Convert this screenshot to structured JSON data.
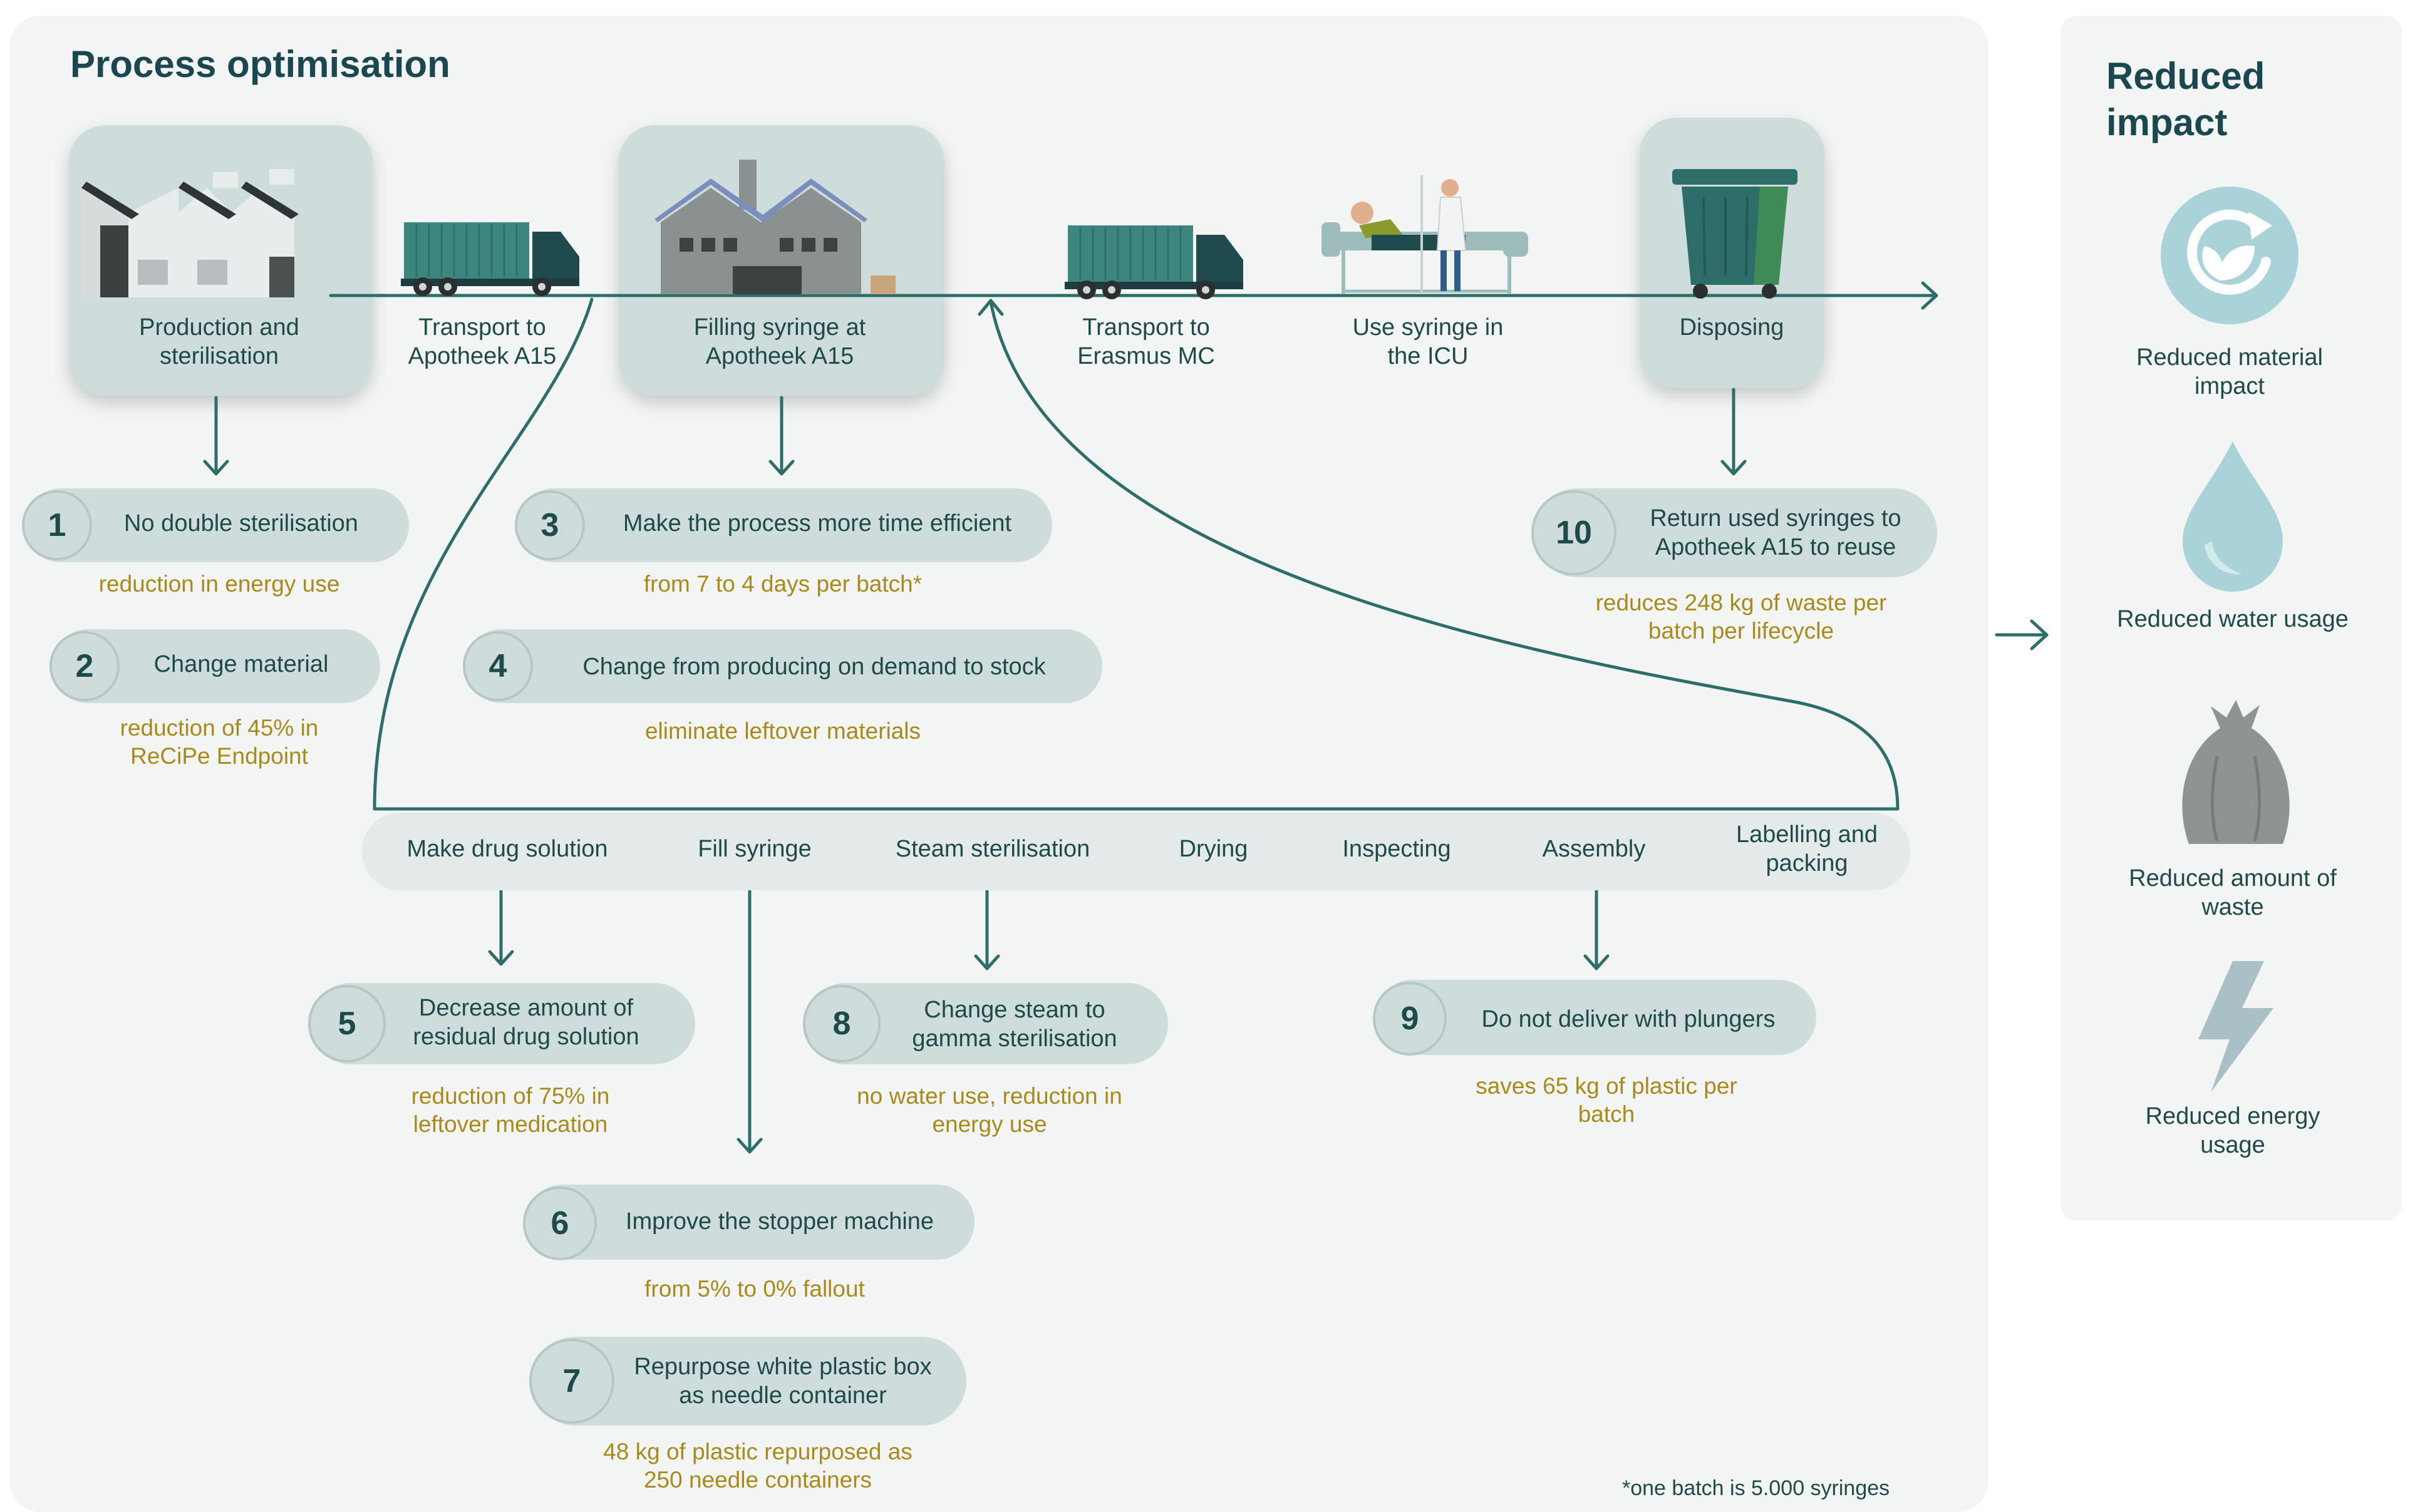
{
  "title": "Process optimisation",
  "side_title": "Reduced impact",
  "stages": [
    {
      "label": "Production and sterilisation"
    },
    {
      "label": "Transport to Apotheek A15"
    },
    {
      "label": "Filling syringe at Apotheek A15"
    },
    {
      "label": "Transport to Erasmus MC"
    },
    {
      "label": "Use syringe in the ICU"
    },
    {
      "label": "Disposing"
    }
  ],
  "measures": [
    {
      "number": "1",
      "text": "No double sterilisation",
      "impact": "reduction in energy use"
    },
    {
      "number": "2",
      "text": "Change material",
      "impact": "reduction of 45% in ReCiPe Endpoint"
    },
    {
      "number": "3",
      "text": "Make the process more time efficient",
      "impact": "from 7 to 4 days per batch*"
    },
    {
      "number": "4",
      "text": "Change from producing on demand to stock",
      "impact": "eliminate leftover materials"
    },
    {
      "number": "5",
      "text": "Decrease amount of residual drug solution",
      "impact": "reduction of 75% in leftover medication"
    },
    {
      "number": "6",
      "text": "Improve the stopper machine",
      "impact": "from 5% to 0% fallout"
    },
    {
      "number": "7",
      "text": "Repurpose white plastic box as needle container",
      "impact": "48 kg of plastic repurposed as 250 needle containers"
    },
    {
      "number": "8",
      "text": "Change steam to gamma sterilisation",
      "impact": "no water use, reduction in energy use"
    },
    {
      "number": "9",
      "text": "Do not deliver with plungers",
      "impact": "saves 65 kg of plastic per batch"
    },
    {
      "number": "10",
      "text": "Return used syringes to Apotheek A15 to reuse",
      "impact": "reduces 248 kg of waste per batch per lifecycle"
    }
  ],
  "filling_steps": [
    "Make drug solution",
    "Fill syringe",
    "Steam sterilisation",
    "Drying",
    "Inspecting",
    "Assembly",
    "Labelling and packing"
  ],
  "impacts": [
    {
      "label": "Reduced material impact",
      "icon": "recycle-leaf-icon"
    },
    {
      "label": "Reduced water usage",
      "icon": "water-drop-icon"
    },
    {
      "label": "Reduced amount of waste",
      "icon": "trash-bag-icon"
    },
    {
      "label": "Reduced energy usage",
      "icon": "lightning-icon"
    }
  ],
  "footnote": "*one batch is 5.000 syringes",
  "colors": {
    "teal": "#2e6e6a",
    "gold": "#a88a1c",
    "card": "#cfdcdc",
    "panel": "#f3f5f4"
  }
}
